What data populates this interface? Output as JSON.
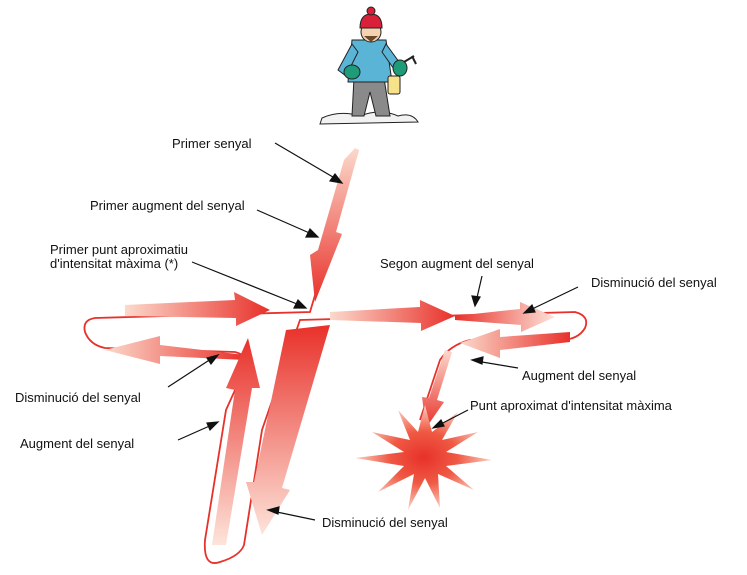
{
  "diagram": {
    "labels": {
      "primer_senyal": "Primer senyal",
      "primer_augment": "Primer augment del senyal",
      "primer_punt_line1": "Primer punt aproximatiu",
      "primer_punt_line2": "d'intensitat màxima (*)",
      "segon_augment": "Segon augment del senyal",
      "disminucio_right": "Disminució del senyal",
      "augment_right": "Augment del senyal",
      "punt_aproximat": "Punt aproximat d'intensitat màxima",
      "disminucio_left": "Disminució del senyal",
      "augment_left": "Augment del senyal",
      "disminucio_bottom": "Disminució del senyal"
    },
    "figure": "skier-with-avalanche-beacon",
    "colors": {
      "signal_red": "#e8312a",
      "signal_light": "#fbd9cf",
      "jacket": "#5ab4d6",
      "hat": "#d8203a",
      "pants": "#8a8a8a",
      "gloves": "#1e9c7a",
      "beacon": "#f5e28a"
    }
  }
}
